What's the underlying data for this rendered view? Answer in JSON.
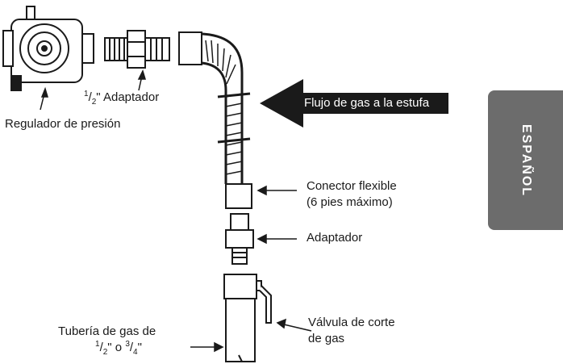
{
  "labels": {
    "adaptador_mitad": "Adaptador",
    "adaptador_num": "1",
    "adaptador_den": "2",
    "adaptador_unit": "\"",
    "regulador": "Regulador de presión",
    "flujo": "Flujo de gas a la estufa",
    "conector_line1": "Conector flexible",
    "conector_line2": "(6 pies máximo)",
    "adaptador": "Adaptador",
    "valvula_line1": "Válvula de corte",
    "valvula_line2": "de gas",
    "tuberia_line1": "Tubería de gas de",
    "tuberia_a_num": "1",
    "tuberia_a_den": "2",
    "tuberia_o": "\" o ",
    "tuberia_b_num": "3",
    "tuberia_b_den": "4",
    "tuberia_end": "\""
  },
  "side_tab": {
    "text": "ESPAÑOL",
    "color": "#6c6c6c"
  },
  "colors": {
    "line": "#1a1a1a",
    "arrow_fill": "#1a1a1a"
  }
}
